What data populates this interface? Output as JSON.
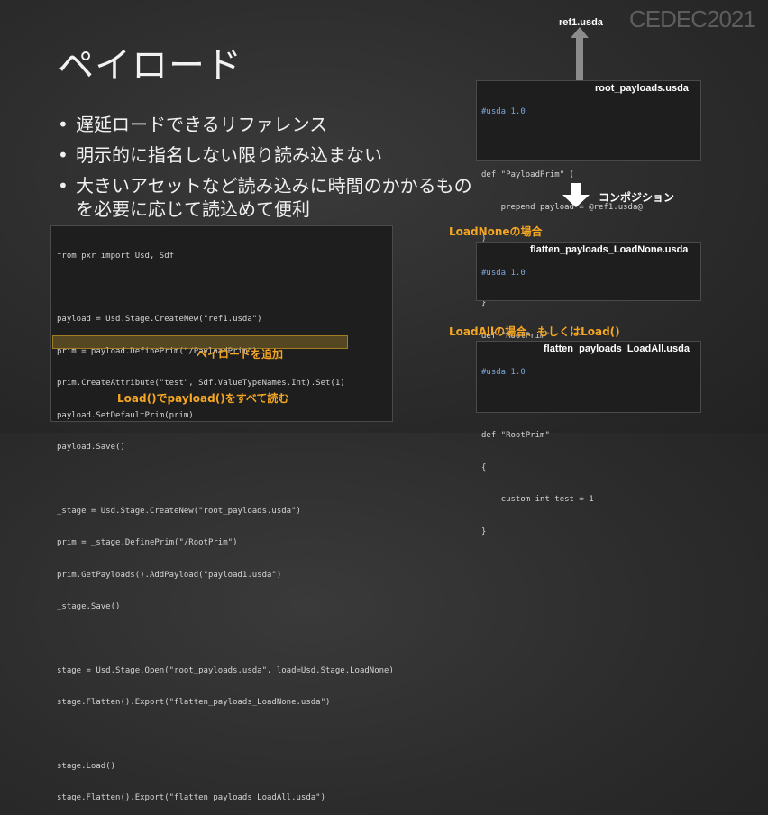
{
  "slide": {
    "title": "ペイロード",
    "logo": "CEDEC2021",
    "bullets": [
      "遅延ロードできるリファレンス",
      "明示的に指名しない限り読み込まない",
      "大きいアセットなど読み込みに時間のかかるものを必要に応じて読込めて便利"
    ]
  },
  "diagram": {
    "ref_label": "ref1.usda",
    "root_label": "root_payloads.usda",
    "composition_label": "コンポジション",
    "loadnone_heading": "LoadNoneの場合",
    "loadnone_label": "flatten_payloads_LoadNone.usda",
    "loadall_heading": "LoadAllの場合、もしくはLoad()",
    "loadall_label": "flatten_payloads_LoadAll.usda"
  },
  "annotations": {
    "add_payload": "ペイロードを追加",
    "load_all": "Load()でpayload()をすべて読む"
  },
  "code": {
    "python": [
      "from pxr import Usd, Sdf",
      "",
      "payload = Usd.Stage.CreateNew(\"ref1.usda\")",
      "prim = payload.DefinePrim(\"/PayloadPrim\")",
      "prim.CreateAttribute(\"test\", Sdf.ValueTypeNames.Int).Set(1)",
      "payload.SetDefaultPrim(prim)",
      "payload.Save()",
      "",
      "_stage = Usd.Stage.CreateNew(\"root_payloads.usda\")",
      "prim = _stage.DefinePrim(\"/RootPrim\")",
      "prim.GetPayloads().AddPayload(\"payload1.usda\")",
      "_stage.Save()",
      "",
      "stage = Usd.Stage.Open(\"root_payloads.usda\", load=Usd.Stage.LoadNone)",
      "stage.Flatten().Export(\"flatten_payloads_LoadNone.usda\")",
      "",
      "stage.Load()",
      "stage.Flatten().Export(\"flatten_payloads_LoadAll.usda\")"
    ],
    "root_usda": [
      "#usda 1.0",
      "",
      "def \"PayloadPrim\" (",
      "    prepend payload = @ref1.usda@",
      ")",
      "{",
      "}"
    ],
    "loadnone_usda": [
      "#usda 1.0",
      "",
      "def \"RootPrim\"",
      "{",
      "}"
    ],
    "loadall_usda": [
      "#usda 1.0",
      "",
      "def \"RootPrim\"",
      "{",
      "    custom int test = 1",
      "}"
    ]
  }
}
